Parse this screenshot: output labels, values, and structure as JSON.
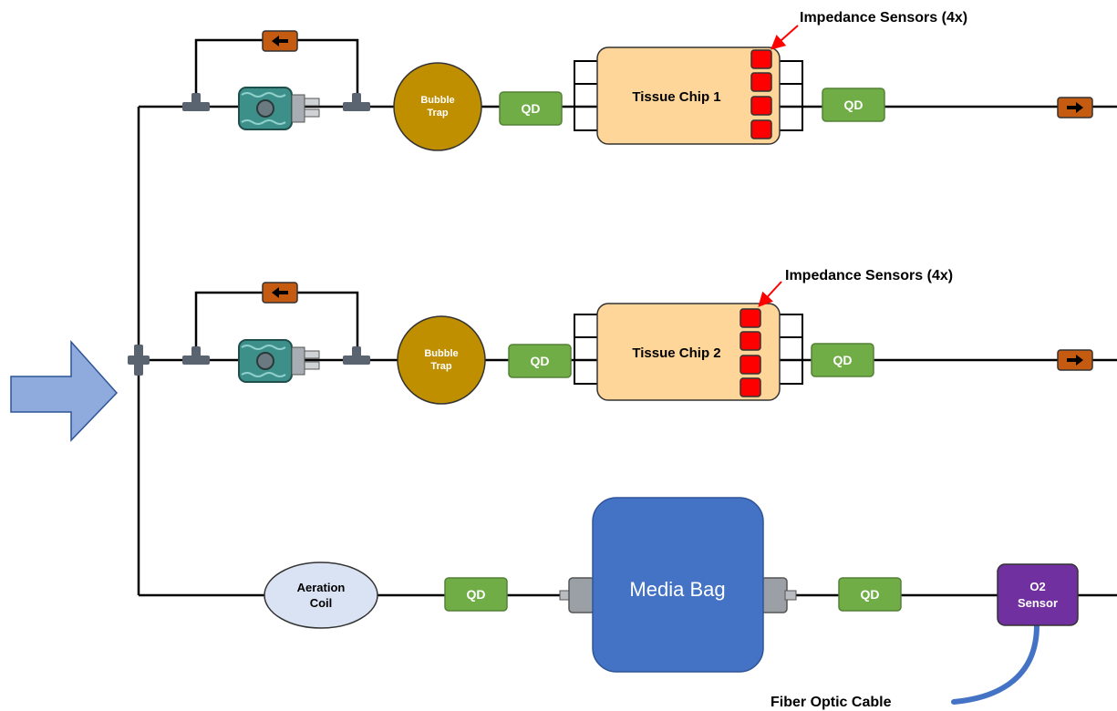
{
  "labels": {
    "impedance_sensors_1": "Impedance Sensors (4x)",
    "impedance_sensors_2": "Impedance Sensors (4x)",
    "tissue_chip_1": "Tissue Chip 1",
    "tissue_chip_2": "Tissue Chip 2",
    "bubble_trap_1_line1": "Bubble",
    "bubble_trap_1_line2": "Trap",
    "bubble_trap_2_line1": "Bubble",
    "bubble_trap_2_line2": "Trap",
    "qd": "QD",
    "aeration_coil_line1": "Aeration",
    "aeration_coil_line2": "Coil",
    "media_bag": "Media Bag",
    "o2_sensor_line1": "O2",
    "o2_sensor_line2": "Sensor",
    "fiber_optic_cable": "Fiber Optic Cable"
  },
  "colors": {
    "line": "#000000",
    "qd_fill": "#70ad47",
    "qd_stroke": "#548235",
    "bubble_trap_fill": "#bf8f00",
    "tissue_chip_fill": "#ffd699",
    "sensor_fill": "#ff0000",
    "check_valve_fill": "#c55a11",
    "aeration_fill": "#dae3f3",
    "media_bag_fill": "#4472c4",
    "o2_sensor_fill": "#7030a0",
    "fiber_cable": "#4472c4",
    "inflow_arrow": "#8faadc",
    "pump_fill": "#3d8f8a",
    "leader_arrow": "#ff0000"
  }
}
